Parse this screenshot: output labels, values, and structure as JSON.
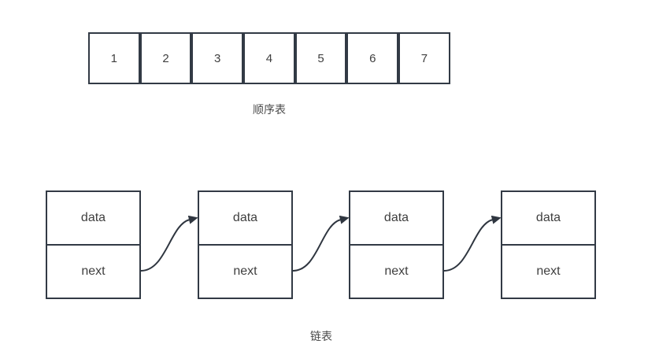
{
  "colors": {
    "border": "#323a45",
    "text": "#3f3f3f",
    "label": "#4a4a4a",
    "arrow": "#2f3640",
    "background": "#ffffff"
  },
  "sequential_list": {
    "label": "顺序表",
    "cells": [
      "1",
      "2",
      "3",
      "4",
      "5",
      "6",
      "7"
    ]
  },
  "linked_list": {
    "label": "链表",
    "nodes": [
      {
        "data": "data",
        "next": "next"
      },
      {
        "data": "data",
        "next": "next"
      },
      {
        "data": "data",
        "next": "next"
      },
      {
        "data": "data",
        "next": "next"
      }
    ]
  }
}
